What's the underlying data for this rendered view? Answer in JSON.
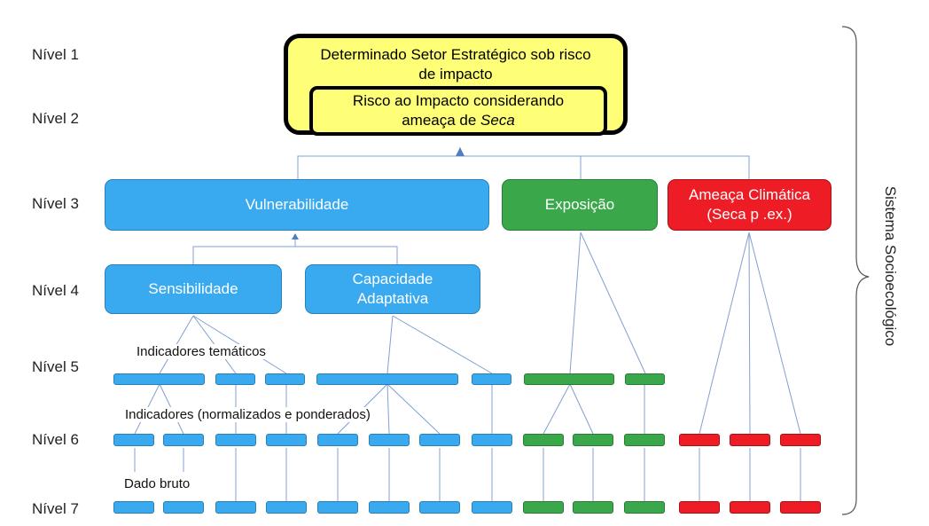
{
  "levels": [
    "Nível 1",
    "Nível 2",
    "Nível 3",
    "Nível 4",
    "Nível 5",
    "Nível 6",
    "Nível 7"
  ],
  "level1": {
    "line1": "Determinado Setor Estratégico sob risco",
    "line2": "de impacto"
  },
  "level2": {
    "line1": "Risco ao Impacto considerando",
    "line2_prefix": "ameaça de ",
    "line2_italic": "Seca"
  },
  "level3": {
    "vulnerability": "Vulnerabilidade",
    "exposure": "Exposição",
    "threat_line1": "Ameaça Climática",
    "threat_line2": "(Seca p .ex.)"
  },
  "level4": {
    "sensitivity": "Sensibilidade",
    "capacity_line1": "Capacidade",
    "capacity_line2": "Adaptativa"
  },
  "notes": {
    "thematic": "Indicadores temáticos",
    "normalized": "Indicadores (normalizados e ponderados)",
    "raw": "Dado bruto"
  },
  "side_label": "Sistema Socioecológico",
  "colors": {
    "blue": "#3aaaf0",
    "green": "#3aa84a",
    "red": "#ee1c24",
    "yellow": "#ffff77",
    "link": "#7fa0d0"
  }
}
